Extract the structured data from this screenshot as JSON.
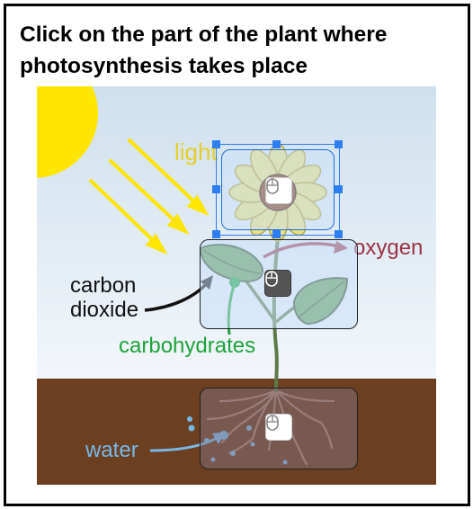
{
  "question": {
    "line1": "Click on the part of the plant where",
    "line2": "photosynthesis takes place"
  },
  "labels": {
    "light": "light",
    "oxygen": "oxygen",
    "carbon_dioxide_1": "carbon",
    "carbon_dioxide_2": "dioxide",
    "carbohydrates": "carbohydrates",
    "water": "water"
  },
  "colors": {
    "sky_top": "#cfe0ee",
    "sky_bottom": "#f2f6fa",
    "soil": "#6b3f20",
    "sun": "#ffe600",
    "light_label": "#e6cf2a",
    "oxygen": "#9c3344",
    "carbohydrates": "#1ea33a",
    "water": "#78b8e6",
    "leaf": "#5f9a4e",
    "selection": "#2f7df2"
  },
  "hotspots": [
    {
      "id": "flower",
      "selected": true,
      "cursor_icon": "mouse-cursor-icon"
    },
    {
      "id": "leaves",
      "selected": false,
      "cursor_icon": "mouse-cursor-icon"
    },
    {
      "id": "roots",
      "selected": false,
      "cursor_icon": "mouse-cursor-icon"
    }
  ]
}
